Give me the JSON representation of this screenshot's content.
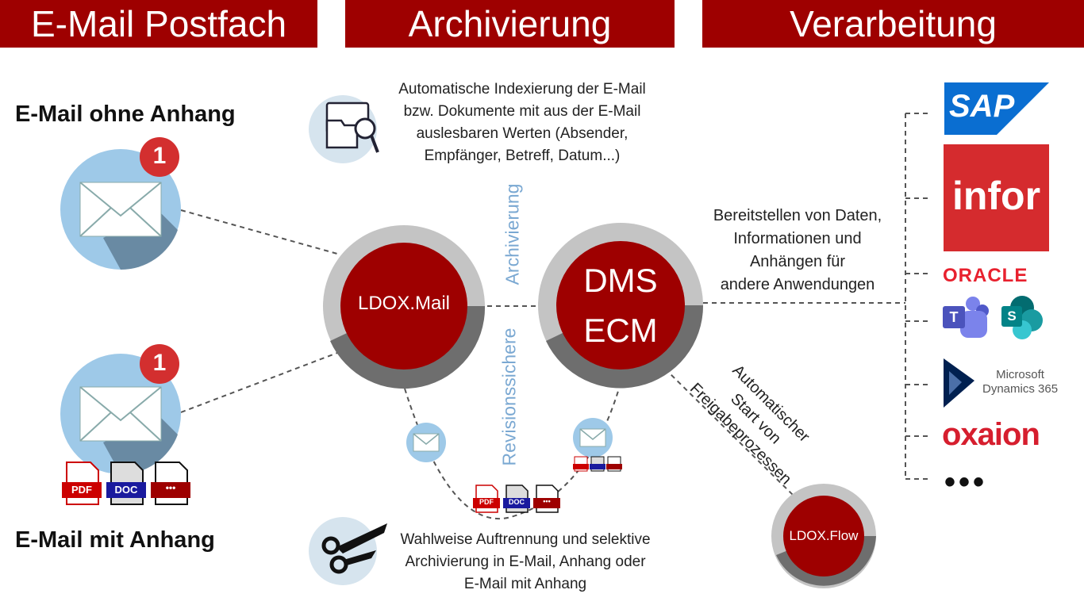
{
  "headers": {
    "mailbox": "E-Mail Postfach",
    "archiving": "Archivierung",
    "processing": "Verarbeitung"
  },
  "left": {
    "no_attachment": "E-Mail ohne Anhang",
    "with_attachment": "E-Mail mit Anhang",
    "badge_count": "1",
    "file_icons": [
      "PDF",
      "DOC",
      "•••"
    ]
  },
  "center": {
    "mail_node": "LDOX.Mail",
    "dms_line1": "DMS",
    "dms_line2": "ECM",
    "flow_node": "LDOX.Flow",
    "vertical_top": "Archivierung",
    "vertical_bottom": "Revisionssichere",
    "indexing_text": [
      "Automatische Indexierung der E-Mail",
      "bzw. Dokumente mit aus der E-Mail",
      "auslesbaren Werten (Absender,",
      "Empfänger, Betreff, Datum...)"
    ],
    "split_text": [
      "Wahlweise Auftrennung und selektive",
      "Archivierung in E-Mail, Anhang oder",
      "E-Mail mit Anhang"
    ],
    "provide_text": [
      "Bereitstellen von Daten,",
      "Informationen und",
      "Anhängen für",
      "andere Anwendungen"
    ],
    "workflow_text": [
      "Automatischer",
      "Start von",
      "Freigabeprozessen"
    ]
  },
  "apps": {
    "sap": "SAP",
    "infor": "infor",
    "oracle": "ORACLE",
    "dynamics_line1": "Microsoft",
    "dynamics_line2": "Dynamics 365",
    "oxaion": "oxaion",
    "more": "•••"
  },
  "colors": {
    "brand_red": "#9e0000",
    "ring_light": "#c4c4c4",
    "ring_dark": "#6e6e6e",
    "mail_blue": "#9ec9e8",
    "mail_dark": "#5f7f96",
    "accent_blue": "#7aa8d2",
    "badge_red": "#d32f2f"
  }
}
